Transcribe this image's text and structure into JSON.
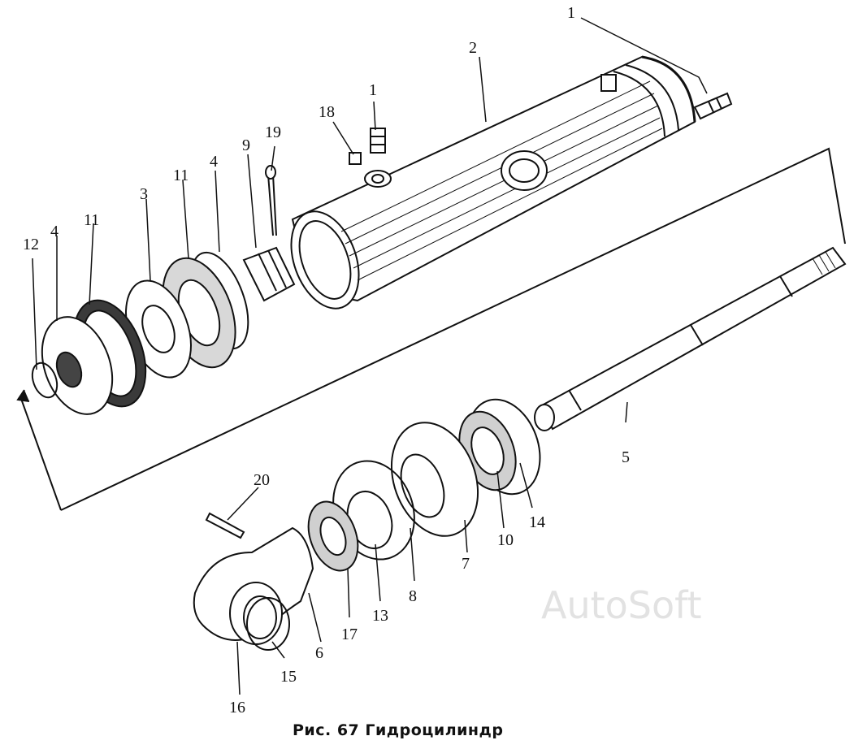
{
  "caption": "Рис. 67  Гидроцилиндр",
  "watermark": "AutoSoft",
  "callouts": {
    "c1a": "1",
    "c1b": "1",
    "c2": "2",
    "c3": "3",
    "c4a": "4",
    "c4b": "4",
    "c5": "5",
    "c6": "6",
    "c7": "7",
    "c8": "8",
    "c9": "9",
    "c10": "10",
    "c11a": "11",
    "c11b": "11",
    "c12": "12",
    "c13": "13",
    "c14": "14",
    "c15": "15",
    "c16": "16",
    "c17": "17",
    "c18": "18",
    "c19": "19",
    "c20": "20"
  },
  "colors": {
    "ink": "#111111",
    "paper": "#ffffff",
    "watermark": "#e2e2e2"
  }
}
